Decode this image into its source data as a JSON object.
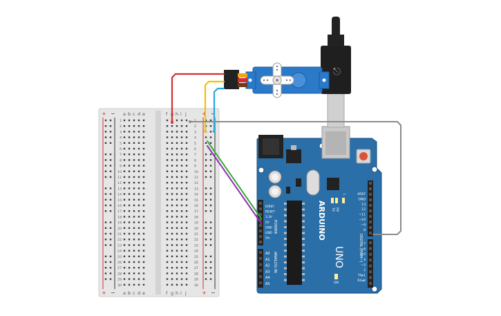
{
  "breadboard": {
    "rail_plus": "+",
    "rail_minus": "−",
    "cols_left": [
      "a",
      "b",
      "c",
      "d",
      "e"
    ],
    "cols_right": [
      "f",
      "g",
      "h",
      "i",
      "j"
    ],
    "rows": [
      "1",
      "2",
      "3",
      "4",
      "5",
      "6",
      "7",
      "8",
      "9",
      "10",
      "11",
      "12",
      "13",
      "14",
      "15",
      "16",
      "17",
      "18",
      "19",
      "20",
      "21",
      "22",
      "23",
      "24",
      "25",
      "26",
      "27",
      "28",
      "29",
      "30"
    ]
  },
  "arduino": {
    "brand": "ARDUINO",
    "model": "UNO",
    "power_header_title": "POWER",
    "power_pins": [
      "IOREF",
      "RESET",
      "3.3V",
      "5V",
      "GND",
      "GND",
      "Vin"
    ],
    "analog_header_title": "ANALOG IN",
    "analog_pins": [
      "A0",
      "A1",
      "A2",
      "A3",
      "A4",
      "A5"
    ],
    "digital_header_title": "DIGITAL (PWM~)",
    "digital_top_pins": [
      "AREF",
      "GND",
      "13",
      "12",
      "~11",
      "~10",
      "~9",
      "8"
    ],
    "digital_bottom_pins": [
      "7",
      "~6",
      "~5",
      "4",
      "~3",
      "2",
      "TX▸1",
      "RX◂0"
    ],
    "led_labels": [
      "TX",
      "RX",
      "L"
    ],
    "on_label": "ON"
  },
  "colors": {
    "board": "#2a6fa8",
    "board_dark": "#1d4f7d",
    "breadboard": "#e6e6e6",
    "wire_red": "#d32f2f",
    "wire_yellow": "#f2c300",
    "wire_blue": "#27a7e0",
    "wire_green": "#3aa935",
    "wire_purple": "#8e2fb4",
    "wire_gray": "#8a8a8a",
    "servo": "#2b79c9"
  }
}
